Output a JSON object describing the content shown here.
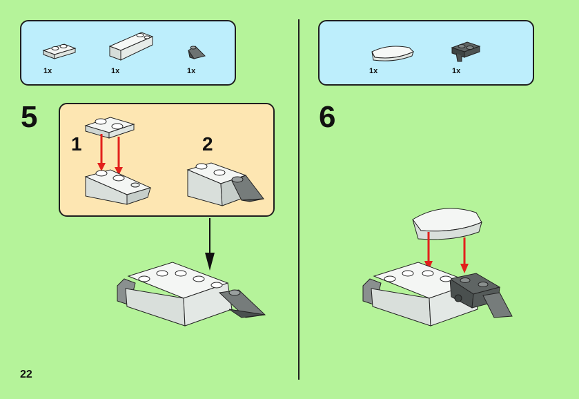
{
  "page_number": "22",
  "steps": [
    {
      "number": "5",
      "parts": [
        {
          "icon": "white-plate-1x2-icon",
          "qty": "1x"
        },
        {
          "icon": "white-slope-brick-icon",
          "qty": "1x"
        },
        {
          "icon": "dark-gray-cone-tip-icon",
          "qty": "1x"
        }
      ],
      "substeps": [
        {
          "number": "1"
        },
        {
          "number": "2"
        }
      ]
    },
    {
      "number": "6",
      "parts": [
        {
          "icon": "white-curved-slope-icon",
          "qty": "1x"
        },
        {
          "icon": "dark-gray-clip-plate-icon",
          "qty": "1x"
        }
      ]
    }
  ],
  "colors": {
    "background": "#b5f39a",
    "parts_box": "#bdeefc",
    "substep_box": "#fde6b2",
    "arrow_red": "#e2211c",
    "brick_white": "#eef2ef",
    "brick_gray": "#6b7170"
  }
}
